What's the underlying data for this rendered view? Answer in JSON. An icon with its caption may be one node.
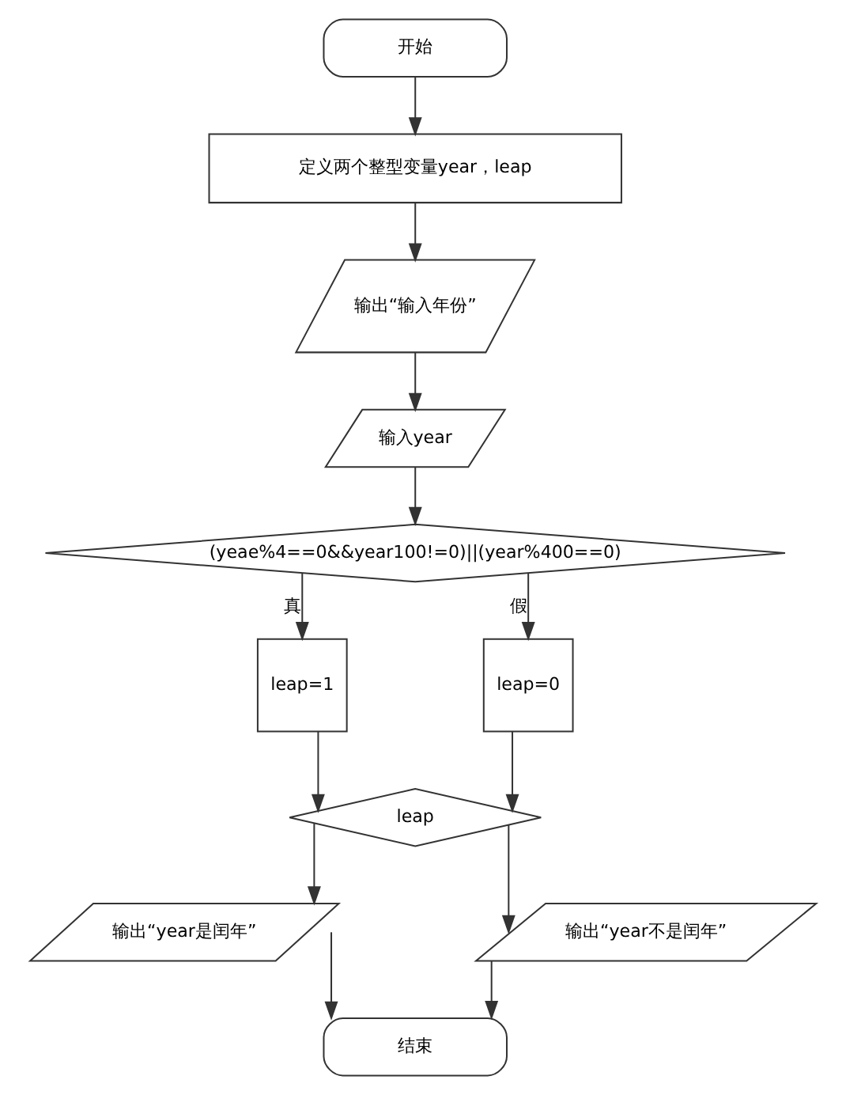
{
  "diagram": {
    "nodes": [
      {
        "text": [
          "开始"
        ]
      },
      {
        "text": [
          "定义两个整型变量year，leap"
        ]
      },
      {
        "text": [
          "输出“输入年份”"
        ]
      },
      {
        "text": [
          "输入year"
        ]
      },
      {
        "text": [
          "(yeae%4==0&&year100!=0)||(year%400==0)"
        ]
      },
      {
        "text": [
          "leap=1"
        ]
      },
      {
        "text": [
          "leap=0"
        ]
      },
      {
        "text": [
          "leap"
        ]
      },
      {
        "text": [
          "输出“year是闰年”"
        ]
      },
      {
        "text": [
          "输出“year不是闰年”"
        ]
      },
      {
        "text": [
          "结束"
        ]
      }
    ],
    "edges": [
      {
        "from": 0,
        "to": 1,
        "arrow": "to"
      },
      {
        "from": 1,
        "to": 2,
        "arrow": "to"
      },
      {
        "from": 2,
        "to": 3,
        "arrow": "to"
      },
      {
        "from": 3,
        "to": 4,
        "arrow": "to"
      },
      {
        "from": 4,
        "to": 5,
        "arrow": "to",
        "label": "真"
      },
      {
        "from": 4,
        "to": 6,
        "arrow": "to",
        "label": "假"
      },
      {
        "from": 5,
        "to": 7,
        "arrow": "to"
      },
      {
        "from": 6,
        "to": 7,
        "arrow": "to"
      },
      {
        "from": 7,
        "to": 8,
        "arrow": "to"
      },
      {
        "from": 7,
        "to": 9,
        "arrow": "to"
      },
      {
        "from": 8,
        "to": 10,
        "arrow": "to"
      },
      {
        "from": 9,
        "to": 10,
        "arrow": "to"
      }
    ]
  }
}
